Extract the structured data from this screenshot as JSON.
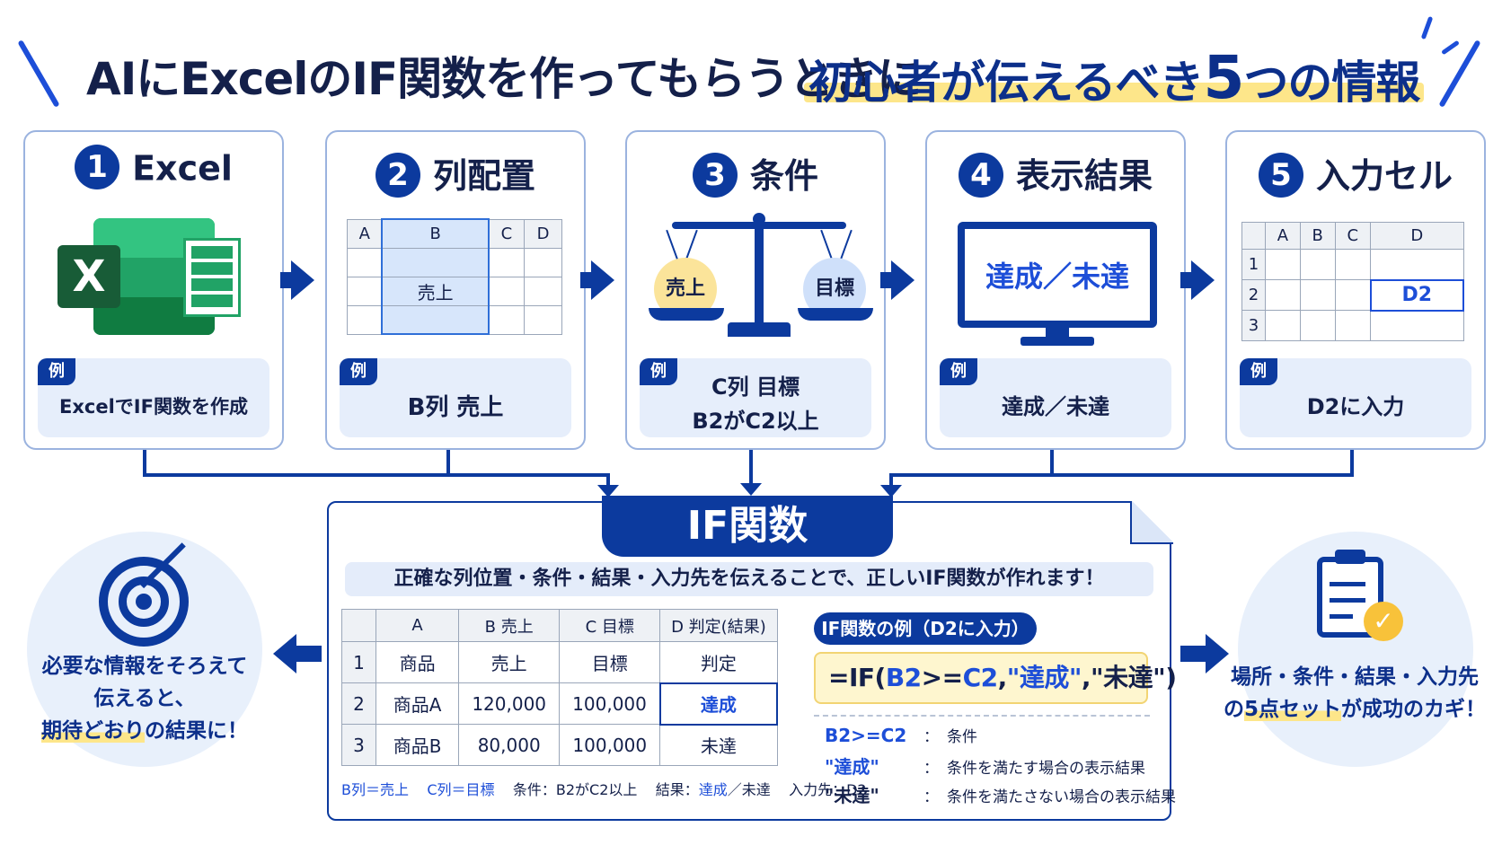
{
  "title": {
    "left": "AIにExcelのIF関数を作ってもらうときに",
    "highlight_a": "初心者が伝えるべき",
    "highlight_num": "5",
    "highlight_b": "つの情報"
  },
  "example_tag": "例",
  "steps": [
    {
      "num": "1",
      "label": "Excel",
      "example": "ExcelでIF関数を作成"
    },
    {
      "num": "2",
      "label": "列配置",
      "example": "B列 売上"
    },
    {
      "num": "3",
      "label": "条件",
      "example_line1": "C列 目標",
      "example_line2": "B2がC2以上"
    },
    {
      "num": "4",
      "label": "表示結果",
      "example": "達成／未達"
    },
    {
      "num": "5",
      "label": "入力セル",
      "example": "D2に入力"
    }
  ],
  "step2_grid": {
    "cols": [
      "A",
      "B",
      "C",
      "D"
    ],
    "cell": "売上"
  },
  "step3_scale": {
    "left": "売上",
    "right": "目標"
  },
  "step4_monitor": "達成／未達",
  "step5_grid": {
    "cols": [
      "A",
      "B",
      "C",
      "D"
    ],
    "rows": [
      "1",
      "2",
      "3"
    ],
    "cell": "D2"
  },
  "excel_icon_letter": "X",
  "panel": {
    "title": "IF関数",
    "subtitle": "正確な列位置・条件・結果・入力先を伝えることで、正しいIF関数が作れます！",
    "table": {
      "headers": [
        "A",
        "B 売上",
        "C 目標",
        "D 判定(結果)"
      ],
      "rows": [
        {
          "n": "1",
          "cells": [
            "商品",
            "売上",
            "目標",
            "判定"
          ]
        },
        {
          "n": "2",
          "cells": [
            "商品A",
            "120,000",
            "100,000",
            "達成"
          ]
        },
        {
          "n": "3",
          "cells": [
            "商品B",
            "80,000",
            "100,000",
            "未達"
          ]
        }
      ]
    },
    "legend": {
      "b": "B列＝売上",
      "c": "C列＝目標",
      "cond": "条件：B2がC2以上",
      "result_label": "結果：",
      "result_a": "達成",
      "result_b": "／未達",
      "input": "入力先：D2"
    },
    "example_pill": "IF関数の例（D2に入力）",
    "formula": {
      "p1": "=IF(",
      "p2": "B2",
      "p3": ">=",
      "p4": "C2",
      "p5": ",",
      "p6": "\"達成\"",
      "p7": ",\"未達\")"
    },
    "explain": [
      {
        "key": "B2>=C2",
        "sep": "：",
        "desc": "条件"
      },
      {
        "key": "\"達成\"",
        "sep": "：",
        "desc": "条件を満たす場合の表示結果"
      },
      {
        "key": "\"未達\"",
        "sep": "：",
        "desc": "条件を満たさない場合の表示結果"
      }
    ]
  },
  "left_note": {
    "line1": "必要な情報をそろえて",
    "line2": "伝えると、",
    "line3a": "期待どおり",
    "line3b": "の結果に！"
  },
  "right_note": {
    "line1": "場所・条件・結果・入力先",
    "line2a": "の",
    "line2b": "5点セット",
    "line2c": "が成功のカギ！"
  },
  "colors": {
    "navy": "#0c3a9e",
    "highlight": "#fde68a",
    "light_blue": "#e6eefb"
  }
}
